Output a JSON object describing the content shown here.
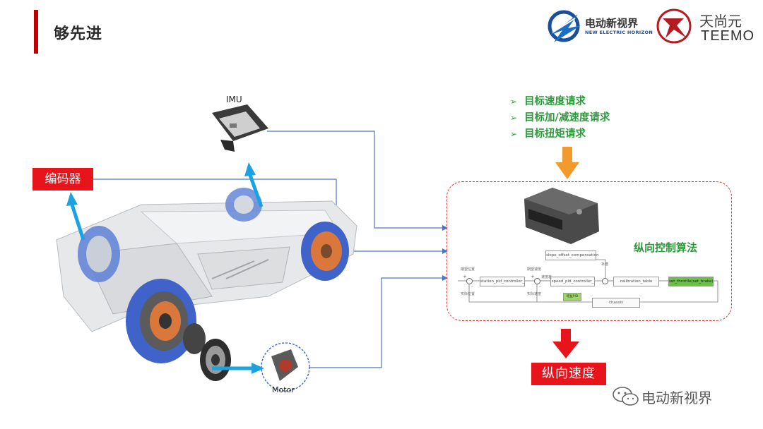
{
  "header": {
    "title": "够先进"
  },
  "logos": {
    "edv_name": "电动新视界",
    "edv_sub": "NEW ELECTRIC HORIZON",
    "teemo_cn": "天尚元",
    "teemo_en": "TEEMO"
  },
  "requests": [
    "目标速度请求",
    "目标加/减速度请求",
    "目标扭矩请求"
  ],
  "labels": {
    "encoder": "编码器",
    "imu": "IMU",
    "motor": "Motor",
    "algorithm": "纵向控制算法",
    "output": "纵向速度"
  },
  "control_diagram": {
    "blocks": {
      "slope": "slope_offset_compensation",
      "station": "station_pid_controller_",
      "speed": "speed_pid_controller_",
      "calibration": "calibration_table",
      "throttle": "set_throttle(set_brake)",
      "chassis": "chassis",
      "pid": "增益PID"
    },
    "tags": {
      "target_pos": "期望位置",
      "actual_pos": "实际位置",
      "target_speed": "期望速度",
      "actual_speed": "实际速度",
      "compensation": "补偿",
      "speed_err": "速度差",
      "plus1": "+",
      "minus1": "-",
      "plus2": "+",
      "minus2": "-"
    }
  },
  "watermark": "电动新视界",
  "colors": {
    "accent_red": "#e8141b",
    "title_bar": "#c00000",
    "green_text": "#2d9a3c",
    "arrow_orange": "#f29a2e",
    "line_blue": "#4a78c0",
    "cyan_arrow": "#1aa3e0"
  }
}
